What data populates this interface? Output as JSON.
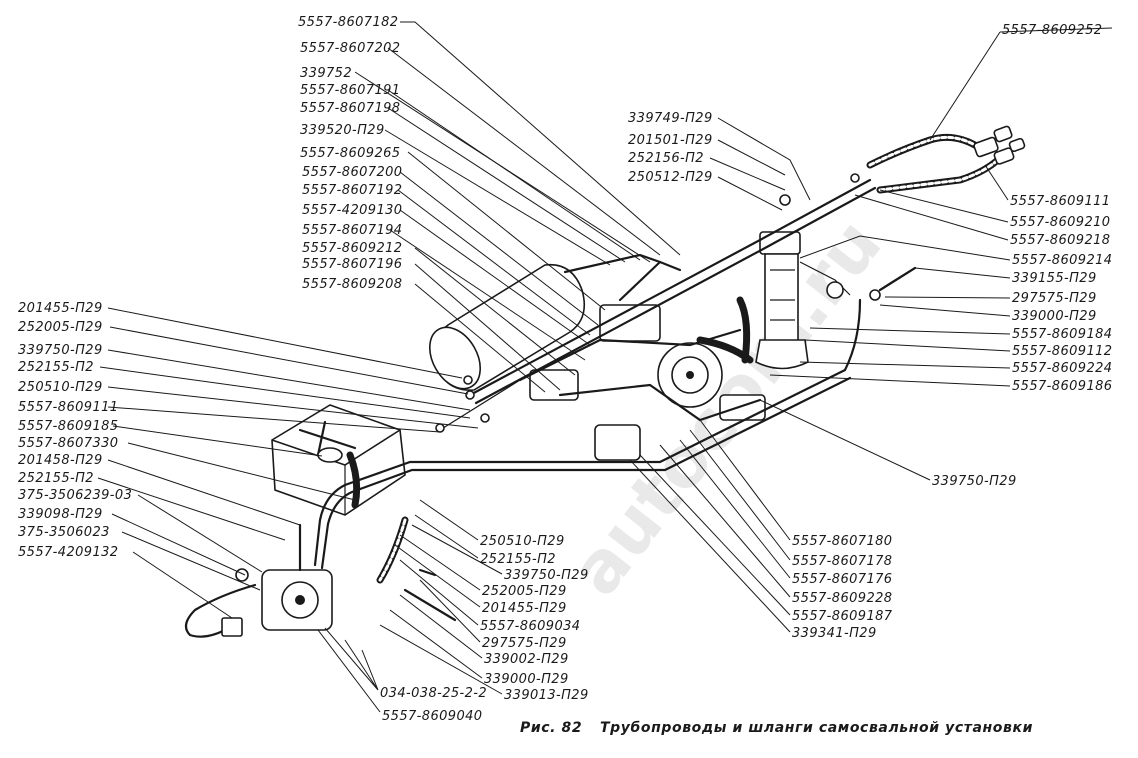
{
  "caption": {
    "fig": "Рис. 82",
    "title": "Трубопроводы и шланги самосвальной установки"
  },
  "watermark": "autocom.ru",
  "left_labels": [
    "201455-П29",
    "252005-П29",
    "339750-П29",
    "252155-П2",
    "250510-П29",
    "5557-8609111",
    "5557-8609185",
    "5557-8607330",
    "201458-П29",
    "252155-П2",
    "375-3506239-03",
    "339098-П29",
    "375-3506023",
    "5557-4209132"
  ],
  "top_labels": [
    "5557-8607182",
    "5557-8607202",
    "339752",
    "5557-8607191",
    "5557-8607198",
    "339520-П29",
    "5557-8609265",
    "5557-8607200",
    "5557-8607192",
    "5557-4209130",
    "5557-8607194",
    "5557-8609212",
    "5557-8607196",
    "5557-8609208"
  ],
  "top_right_label": "5557-8609252",
  "mid_top_labels": [
    "339749-П29",
    "201501-П29",
    "252156-П2",
    "250512-П29"
  ],
  "right_labels": [
    "5557-8609111",
    "5557-8609210",
    "5557-8609218",
    "5557-8609214",
    "339155-П29",
    "297575-П29",
    "339000-П29",
    "5557-8609184",
    "5557-8609112",
    "5557-8609224",
    "5557-8609186"
  ],
  "right_mid_label": "339750-П29",
  "bottom_center_labels": [
    "250510-П29",
    "252155-П2",
    "339750-П29",
    "252005-П29",
    "201455-П29",
    "5557-8609034",
    "297575-П29",
    "339002-П29",
    "339000-П29",
    "339013-П29"
  ],
  "bottom_right_labels": [
    "5557-8607180",
    "5557-8607178",
    "5557-8607176",
    "5557-8609228",
    "5557-8609187",
    "339341-П29"
  ],
  "bottom_left_labels": [
    "034-038-25-2-2",
    "5557-8609040"
  ]
}
